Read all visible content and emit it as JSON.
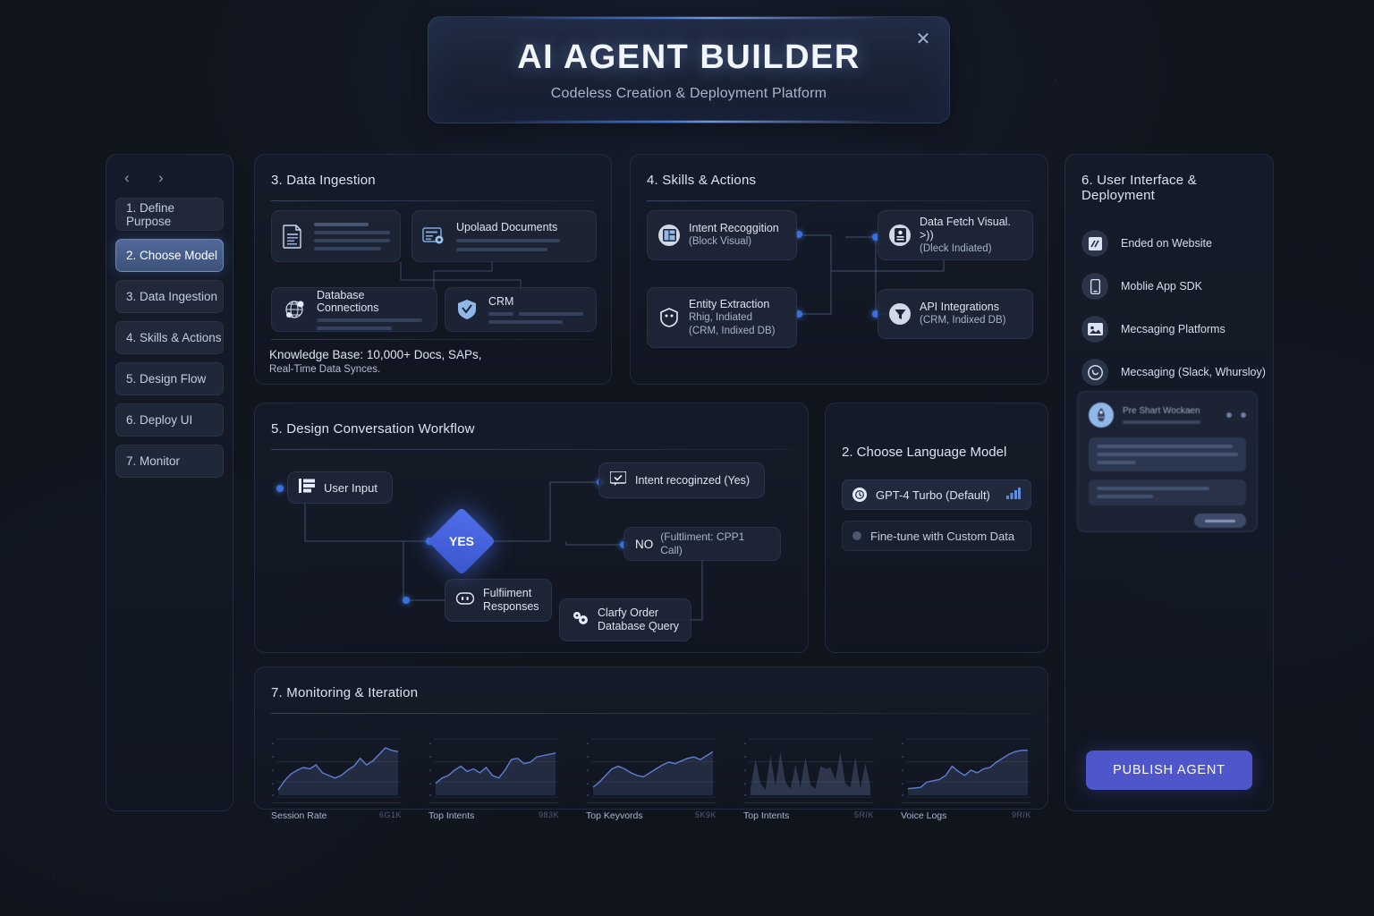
{
  "header": {
    "title": "AI AGENT BUILDER",
    "subtitle": "Codeless Creation & Deployment Platform",
    "close_icon": "close-icon"
  },
  "sidebar": {
    "prev_icon": "chevron-left-icon",
    "next_icon": "chevron-right-icon",
    "items": [
      {
        "label": "1. Define Purpose",
        "active": false
      },
      {
        "label": "2. Choose Model",
        "active": true
      },
      {
        "label": "3. Data Ingestion",
        "active": false
      },
      {
        "label": "4. Skills & Actions",
        "active": false
      },
      {
        "label": "5. Design Flow",
        "active": false
      },
      {
        "label": "6. Deploy UI",
        "active": false
      },
      {
        "label": "7. Monitor",
        "active": false
      }
    ]
  },
  "data_ingestion": {
    "title": "3. Data Ingestion",
    "cards": [
      {
        "label": "",
        "icon": "document-icon"
      },
      {
        "label": "Upolaad Documents",
        "icon": "upload-card-icon"
      },
      {
        "label": "Database Connections",
        "icon": "database-network-icon"
      },
      {
        "label": "CRM",
        "icon": "crm-shield-icon"
      }
    ],
    "footnote_line1": "Knowledge Base: 10,000+ Docs, SAPs,",
    "footnote_line2": "Real-Time Data Synces."
  },
  "skills": {
    "title": "4. Skills & Actions",
    "nodes": [
      {
        "line1": "Intent Recoggition",
        "line2": "(Block Visual)",
        "line3": "",
        "icon": "intent-window-icon"
      },
      {
        "line1": "Data Fetch Visual. >))",
        "line2": "(Dleck Indiated)",
        "line3": "",
        "icon": "data-file-icon"
      },
      {
        "line1": "Entity Extraction",
        "line2": "Rhig, Indiated",
        "line3": "(CRM, Indixed DB)",
        "icon": "entity-badge-icon"
      },
      {
        "line1": "API Integrations",
        "line2": "(CRM, Indixed DB)",
        "line3": "",
        "icon": "api-plug-icon"
      }
    ]
  },
  "workflow": {
    "title": "5. Design Conversation Workflow",
    "user_input": {
      "label": "User Input",
      "icon": "form-input-icon"
    },
    "decision": {
      "label": "YES"
    },
    "intent_yes": {
      "label": "Intent recoginzed (Yes)",
      "icon": "chat-check-icon"
    },
    "no_branch": {
      "label": "NO",
      "sublabel": "(Fultliment: CPP1 Call)"
    },
    "fulfillment": {
      "line1": "Fulfiiment",
      "line2": "Responses",
      "icon": "robot-face-icon"
    },
    "clarify": {
      "line1": "Clarfy Order",
      "line2": "Database Query",
      "icon": "gear-cluster-icon"
    }
  },
  "model": {
    "title": "2. Choose Language Model",
    "options": [
      {
        "label": "GPT-4 Turbo (Default)",
        "icon": "openai-icon",
        "trailing_icon": "signal-bars-icon",
        "selected": true
      },
      {
        "label": "Fine-tune with Custom Data",
        "icon": "dot-icon",
        "trailing_icon": "",
        "selected": false
      }
    ]
  },
  "monitoring": {
    "title": "7. Monitoring & Iteration",
    "charts": [
      {
        "label": "Session Rate",
        "value": "6G1K",
        "type": "area",
        "values": [
          8,
          22,
          32,
          38,
          42,
          40,
          46,
          34,
          30,
          26,
          30,
          38,
          44,
          56,
          46,
          52,
          62,
          72,
          68,
          66
        ]
      },
      {
        "label": "Top Intents",
        "value": "983K",
        "type": "area",
        "values": [
          18,
          26,
          30,
          38,
          44,
          36,
          40,
          34,
          42,
          30,
          26,
          38,
          54,
          56,
          48,
          50,
          58,
          60,
          62,
          64
        ]
      },
      {
        "label": "Top Keyvords",
        "value": "5K9K",
        "type": "area",
        "values": [
          12,
          20,
          30,
          40,
          44,
          40,
          34,
          30,
          28,
          34,
          40,
          46,
          50,
          48,
          52,
          56,
          58,
          54,
          60,
          66
        ]
      },
      {
        "label": "Top Intents",
        "value": "5RIK",
        "type": "spikes",
        "values": [
          10,
          54,
          18,
          8,
          60,
          14,
          66,
          20,
          10,
          46,
          12,
          58,
          16,
          10,
          44,
          40,
          42,
          24,
          66,
          18,
          12,
          58,
          10,
          48,
          14
        ]
      },
      {
        "label": "Voice Logs",
        "value": "9RIK",
        "type": "area",
        "values": [
          10,
          11,
          12,
          20,
          22,
          24,
          30,
          44,
          36,
          30,
          38,
          34,
          40,
          42,
          50,
          56,
          62,
          66,
          68,
          68
        ]
      }
    ]
  },
  "deployment": {
    "title": "6. User Interface & Deployment",
    "items": [
      {
        "label": "Ended on Website",
        "icon": "website-embed-icon"
      },
      {
        "label": "Moblie App SDK",
        "icon": "mobile-phone-icon"
      },
      {
        "label": "Mecsaging Platforms",
        "icon": "message-card-icon"
      },
      {
        "label": "Mecsaging (Slack, Whursloy)",
        "icon": "chat-bubble-icon"
      }
    ],
    "preview": {
      "title": "Pre Shart Wockaen",
      "avatar_icon": "agent-avatar-icon"
    },
    "publish_label": "PUBLISH AGENT"
  }
}
